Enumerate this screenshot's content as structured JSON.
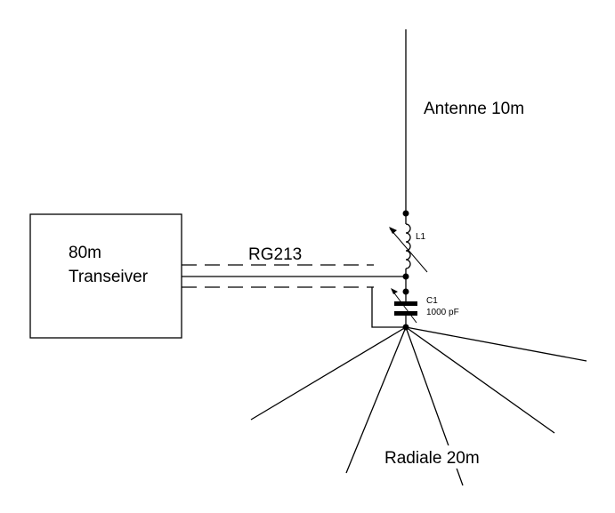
{
  "diagram": {
    "transceiver": {
      "line1": "80m",
      "line2": "Transeiver"
    },
    "coax_label": "RG213",
    "antenna_label": "Antenne 10m",
    "inductor": {
      "name": "L1"
    },
    "capacitor": {
      "name": "C1",
      "value": "1000 pF"
    },
    "radials_label": "Radiale 20m",
    "radial_count": 5,
    "colors": {
      "line": "#000000",
      "background": "#ffffff"
    }
  }
}
